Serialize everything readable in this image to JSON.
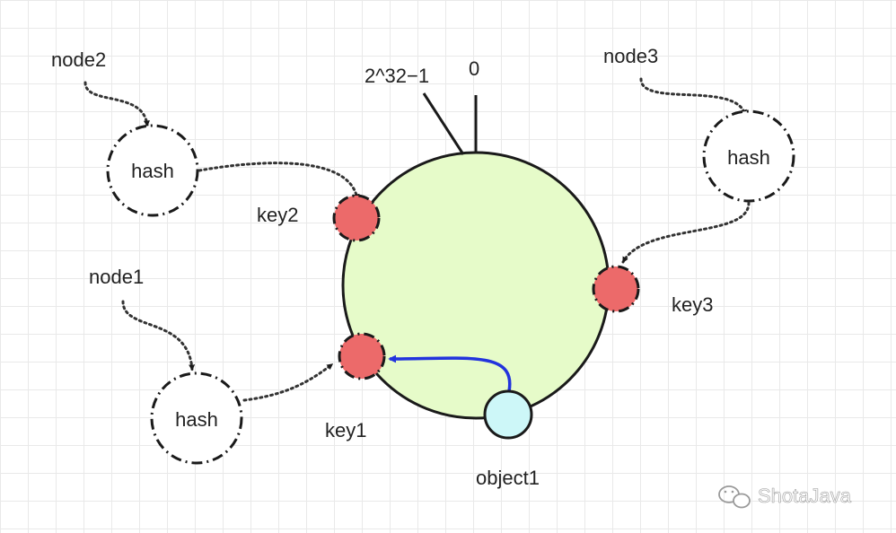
{
  "ring": {
    "top_label": "0",
    "max_label": "2^32−1"
  },
  "nodes": [
    {
      "id": "node1",
      "label": "node1",
      "hash_label": "hash",
      "key_label": "key1"
    },
    {
      "id": "node2",
      "label": "node2",
      "hash_label": "hash",
      "key_label": "key2"
    },
    {
      "id": "node3",
      "label": "node3",
      "hash_label": "hash",
      "key_label": "key3"
    }
  ],
  "object": {
    "label": "object1"
  },
  "watermark": {
    "text": "ShotaJava",
    "icon": "wechat-icon"
  },
  "colors": {
    "ring_fill": "#e6fbc9",
    "key_fill": "#ec6a6a",
    "object_fill": "#cdf7f8",
    "mapping_arrow": "#2233dd",
    "stroke": "#1a1a1a"
  }
}
